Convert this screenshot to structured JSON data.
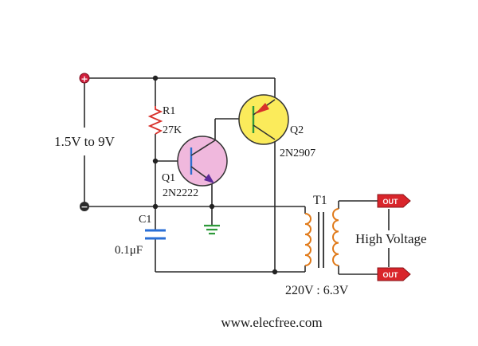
{
  "supply": {
    "range_label": "1.5V to 9V",
    "plus_symbol": "+",
    "minus_symbol": "−"
  },
  "r1": {
    "name": "R1",
    "value": "27K"
  },
  "q1": {
    "name": "Q1",
    "part": "2N2222",
    "fill": "#f0b8dd"
  },
  "q2": {
    "name": "Q2",
    "part": "2N2907",
    "fill": "#fbeb5b"
  },
  "c1": {
    "name": "C1",
    "value": "0.1μF",
    "color": "#2a6fd6"
  },
  "t1": {
    "name": "T1",
    "ratio": "220V : 6.3V",
    "coil_color": "#e07a1a"
  },
  "output": {
    "tag": "OUT",
    "label": "High Voltage",
    "tag_color": "#d9252b"
  },
  "ground_color": "#2e9a3a",
  "footer": {
    "website": "www.elecfree.com"
  }
}
